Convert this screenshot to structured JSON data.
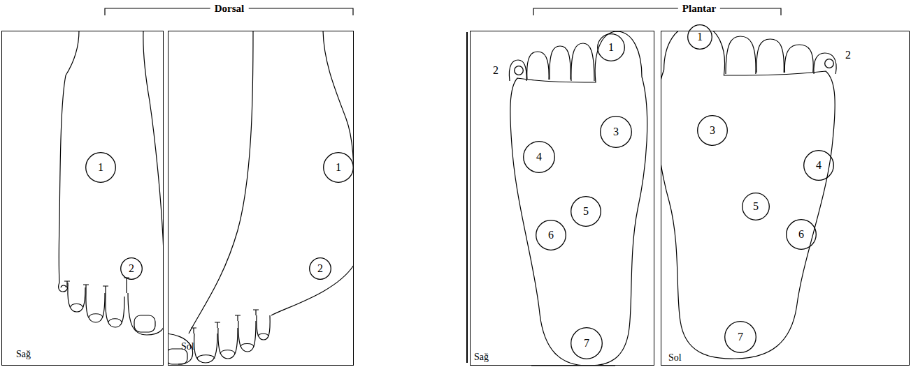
{
  "diagram": {
    "nodes": [
      {
        "text": [
          "Sağ"
        ]
      },
      {
        "text": [
          "1"
        ],
        "in": 0
      },
      {
        "text": [
          "2"
        ],
        "in": 0
      },
      {
        "text": [
          "Sol"
        ]
      },
      {
        "text": [
          "1"
        ],
        "in": 3
      },
      {
        "text": [
          "2"
        ],
        "in": 3
      },
      {
        "text": [
          "Sağ"
        ]
      },
      {
        "text": [
          "1"
        ],
        "in": 6
      },
      {
        "text": [
          "2"
        ],
        "in": 6
      },
      {
        "text": [
          "3"
        ],
        "in": 6
      },
      {
        "text": [
          "4"
        ],
        "in": 6
      },
      {
        "text": [
          "5"
        ],
        "in": 6
      },
      {
        "text": [
          "6"
        ],
        "in": 6
      },
      {
        "text": [
          "7"
        ],
        "in": 6
      },
      {
        "text": [
          "Sol"
        ]
      },
      {
        "text": [
          "1"
        ],
        "in": 14
      },
      {
        "text": [
          "2"
        ],
        "in": 14
      },
      {
        "text": [
          "3"
        ],
        "in": 14
      },
      {
        "text": [
          "4"
        ],
        "in": 14
      },
      {
        "text": [
          "5"
        ],
        "in": 14
      },
      {
        "text": [
          "6"
        ],
        "in": 14
      },
      {
        "text": [
          "7"
        ],
        "in": 14
      }
    ],
    "labels": [
      "Dorsal",
      "Plantar"
    ]
  }
}
